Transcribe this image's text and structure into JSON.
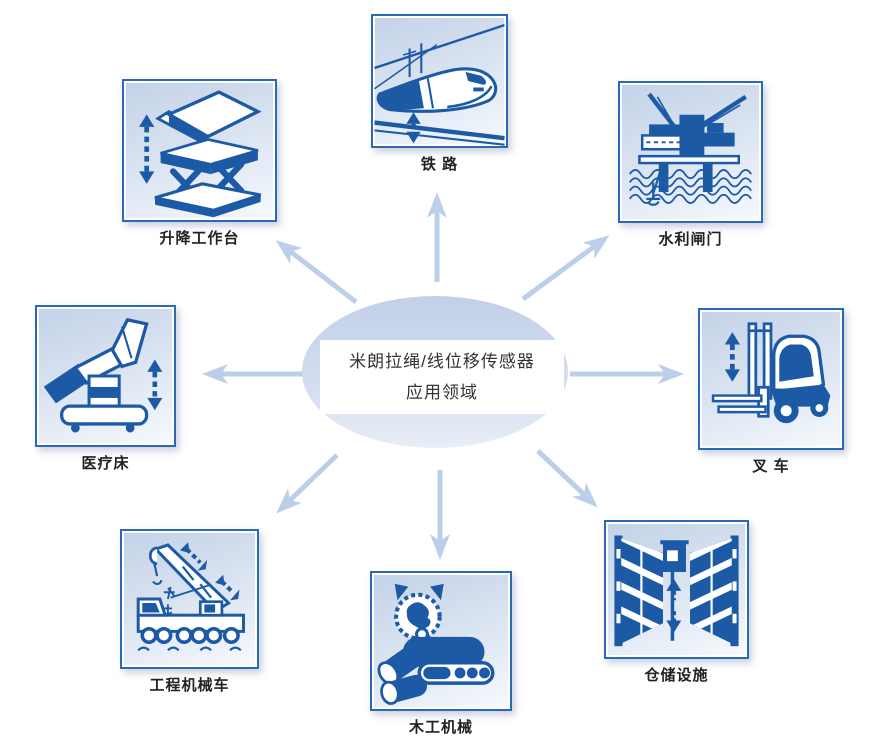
{
  "center": {
    "line1": "米朗拉绳/线位移传感器",
    "line2": "应用领域"
  },
  "nodes": [
    {
      "id": "railway",
      "label": "铁 路",
      "icon": "train-icon"
    },
    {
      "id": "lift-platform",
      "label": "升降工作台",
      "icon": "scissor-lift-icon"
    },
    {
      "id": "sluice-gate",
      "label": "水利闸门",
      "icon": "sluice-gate-icon"
    },
    {
      "id": "medical-bed",
      "label": "医疗床",
      "icon": "medical-bed-icon"
    },
    {
      "id": "forklift",
      "label": "叉 车",
      "icon": "forklift-icon"
    },
    {
      "id": "crane-truck",
      "label": "工程机械车",
      "icon": "crane-truck-icon"
    },
    {
      "id": "woodworking",
      "label": "木工机械",
      "icon": "woodworking-icon"
    },
    {
      "id": "warehouse",
      "label": "仓储设施",
      "icon": "warehouse-icon"
    }
  ],
  "colors": {
    "illustration_blue": "#1d5aa6",
    "box_border_blue": "#2a6ab5",
    "radial_arrow_blue": "#bccfe9",
    "box_gradient_start": "#c3d2e8",
    "box_gradient_end": "#f7fafc",
    "ellipse_gradient_start": "#c2d0e8",
    "ellipse_gradient_end": "#e9eef7",
    "title_text": "#333333",
    "label_text": "#222222"
  }
}
